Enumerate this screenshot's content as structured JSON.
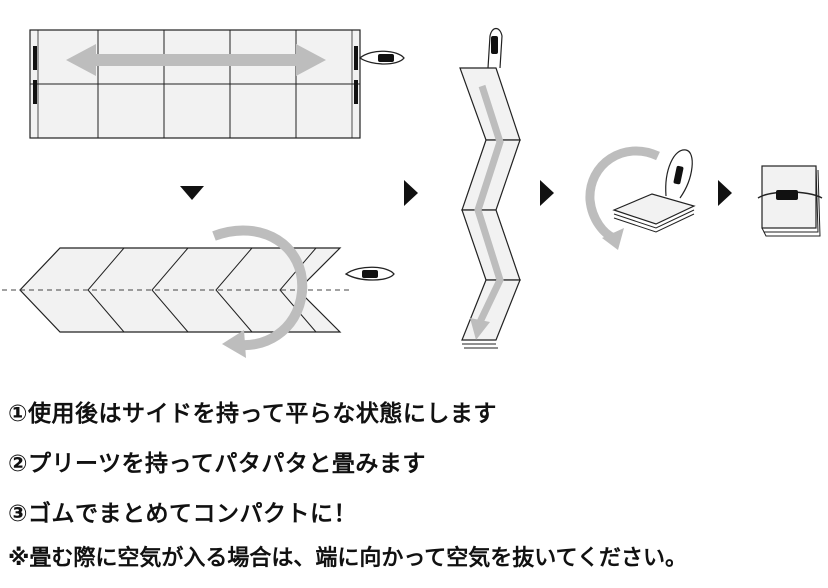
{
  "steps": [
    "①使用後はサイドを持って平らな状態にします",
    "②プリーツを持ってパタパタと畳みます",
    "③ゴムでまとめてコンパクトに！"
  ],
  "note": "※畳む際に空気が入る場合は、端に向かって空気を抜いてください。",
  "colors": {
    "line": "#222222",
    "panel": "#f2f2f2",
    "arrow": "#bdbdbd",
    "marker": "#111111"
  }
}
